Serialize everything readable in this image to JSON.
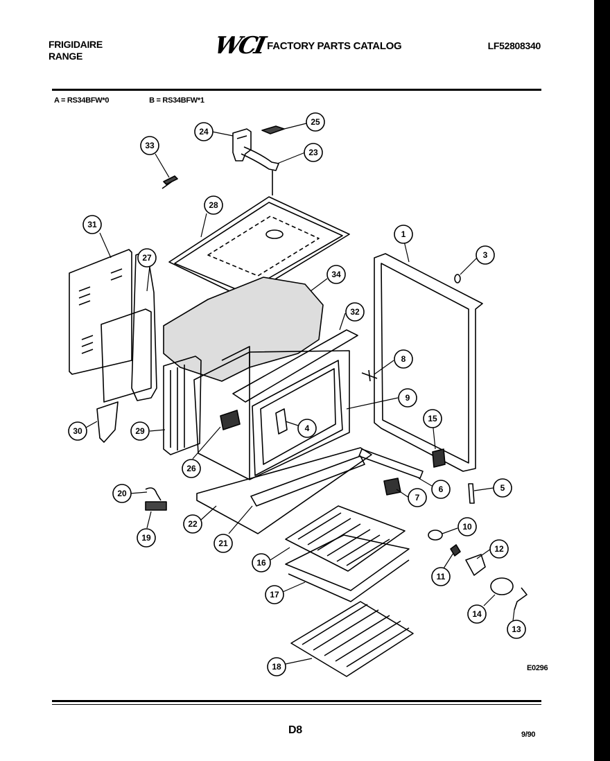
{
  "header": {
    "brand_line1": "FRIGIDAIRE",
    "brand_line2": "RANGE",
    "logo": "WCI",
    "catalog_title": "FACTORY PARTS CATALOG",
    "publication_number": "LF52808340"
  },
  "models": {
    "a": "A = RS34BFW*0",
    "b": "B = RS34BFW*1"
  },
  "diagram": {
    "code": "E0296",
    "callouts": [
      "1",
      "3",
      "4",
      "5",
      "6",
      "7",
      "8",
      "9",
      "10",
      "11",
      "12",
      "13",
      "14",
      "15",
      "16",
      "17",
      "18",
      "19",
      "20",
      "21",
      "22",
      "23",
      "24",
      "25",
      "26",
      "27",
      "28",
      "29",
      "30",
      "31",
      "32",
      "33",
      "34"
    ]
  },
  "footer": {
    "page": "D8",
    "date": "9/90"
  }
}
